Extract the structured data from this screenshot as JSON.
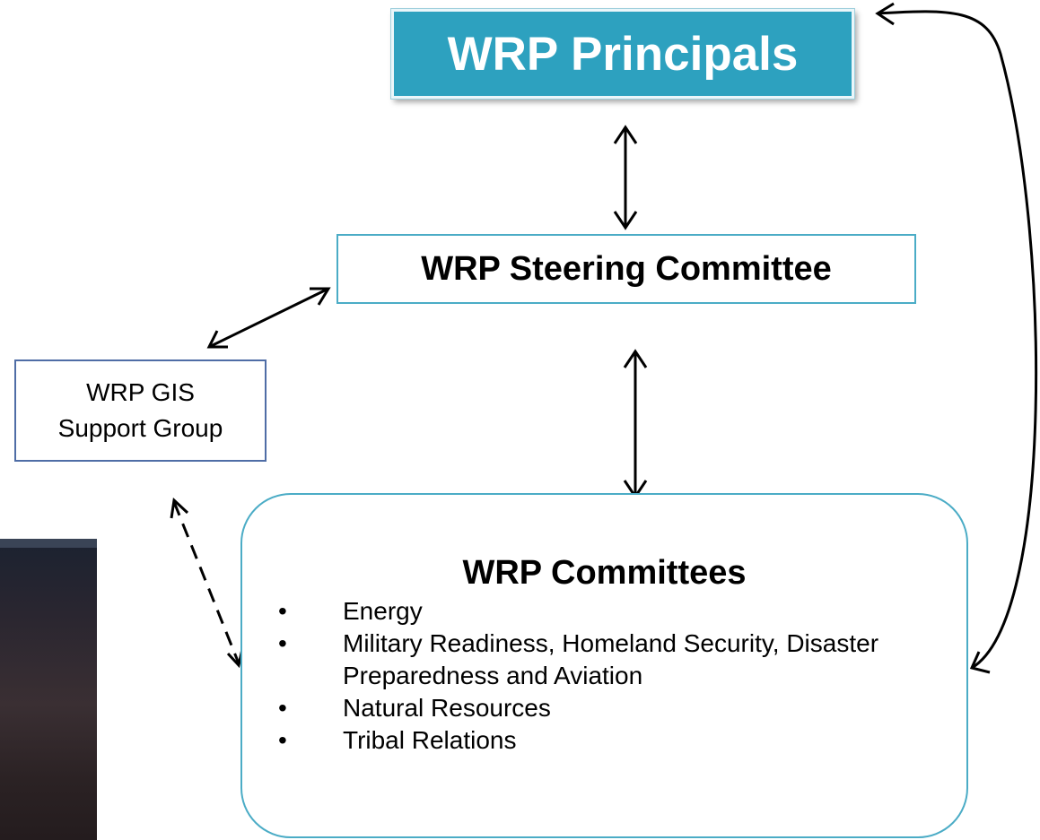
{
  "principals": {
    "label": "WRP Principals"
  },
  "steering": {
    "label": "WRP Steering Committee"
  },
  "gis": {
    "line1": "WRP GIS",
    "line2": "Support Group"
  },
  "committees": {
    "title": "WRP Committees",
    "items": [
      {
        "text": "Energy"
      },
      {
        "text": "Military Readiness, Homeland Security, Disaster Preparedness and Aviation"
      },
      {
        "text": "Natural Resources"
      },
      {
        "text": "Tribal Relations"
      }
    ]
  },
  "colors": {
    "principals_fill": "#2da1bf",
    "box_border": "#4bacc6",
    "gis_border": "#4f6da6",
    "arrow": "#000000"
  },
  "connectors": [
    {
      "from": "principals",
      "to": "steering",
      "style": "solid",
      "heads": "both"
    },
    {
      "from": "steering",
      "to": "committees",
      "style": "solid",
      "heads": "both"
    },
    {
      "from": "steering",
      "to": "gis",
      "style": "solid",
      "heads": "both"
    },
    {
      "from": "gis",
      "to": "committees",
      "style": "dashed",
      "heads": "both"
    },
    {
      "from": "committees",
      "to": "principals",
      "style": "curved",
      "heads": "both"
    }
  ]
}
